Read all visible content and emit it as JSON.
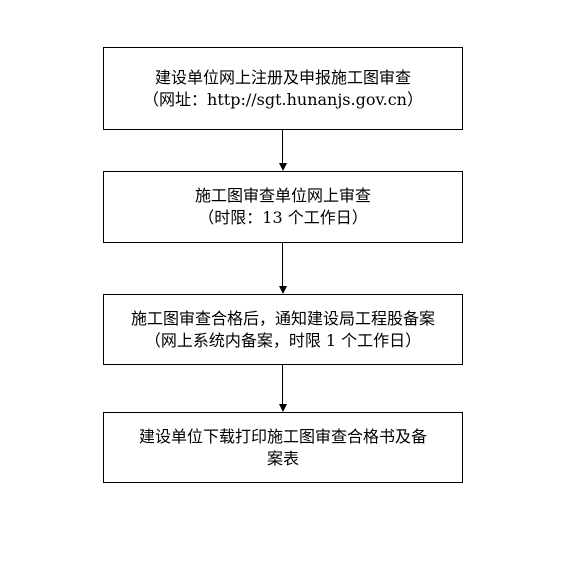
{
  "steps": [
    {
      "line1": "建设单位网上注册及申报施工图审查",
      "line2": "（网址：http://sgt.hunanjs.gov.cn）"
    },
    {
      "line1": "施工图审查单位网上审查",
      "line2": "（时限：13 个工作日）"
    },
    {
      "line1": "施工图审查合格后，通知建设局工程股备案",
      "line2": "（网上系统内备案，时限 1 个工作日）"
    },
    {
      "line1": "建设单位下载打印施工图审查合格书及备",
      "line2": "案表"
    }
  ]
}
